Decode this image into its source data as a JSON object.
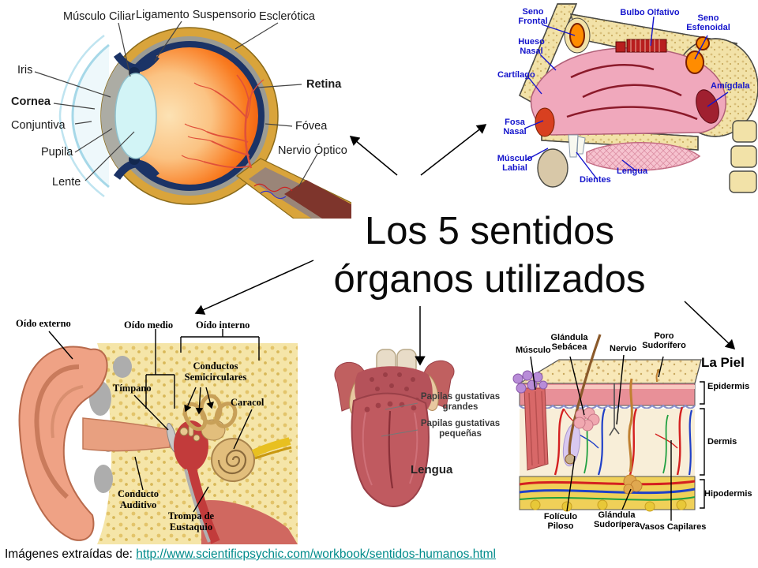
{
  "title": {
    "line1": "Los 5 sentidos",
    "line2": "órganos utilizados"
  },
  "attribution": {
    "prefix": "Imágenes extraídas de: ",
    "link": "http://www.scientificpsychic.com/workbook/sentidos-humanos.html"
  },
  "colors": {
    "label_blue": "#1414CC",
    "link_teal": "#008B8B",
    "title_black": "#0A0A0A",
    "eye_sclera_tan": "#D9A43B",
    "eye_navy": "#1B3366",
    "bone_cream": "#F2E2A8",
    "cavity_pink": "#F0A8BC",
    "sinus_orange": "#FF8C00"
  },
  "eye": {
    "labels": {
      "musculo_ciliar": "Músculo Ciliar",
      "ligamento_suspensorio": "Ligamento Suspensorio",
      "esclerotica": "Esclerótica",
      "iris": "Iris",
      "cornea": "Cornea",
      "conjuntiva": "Conjuntiva",
      "pupila": "Pupila",
      "lente": "Lente",
      "retina": "Retina",
      "fovea": "Fóvea",
      "nervio_optico": "Nervio Óptico"
    }
  },
  "nose": {
    "labels": {
      "seno_frontal": "Seno\nFrontal",
      "bulbo_olfativo": "Bulbo Olfativo",
      "seno_esfenoidal": "Seno\nEsfenoidal",
      "hueso_nasal": "Hueso\nNasal",
      "cartilago": "Cartílago",
      "amigdala": "Amígdala",
      "fosa_nasal": "Fosa\nNasal",
      "musculo_labial": "Músculo\nLabial",
      "dientes": "Dientes",
      "lengua": "Lengua"
    }
  },
  "ear": {
    "labels": {
      "oido_externo": "Oído externo",
      "oido_medio": "Oído medio",
      "oido_interno": "Oído interno",
      "conductos_semicirculares": "Conductos\nSemicirculares",
      "timpano": "Tímpano",
      "caracol": "Caracol",
      "conducto_auditivo": "Conducto\nAuditivo",
      "trompa_eustaquio": "Trompa de\nEustaquio"
    }
  },
  "tongue": {
    "labels": {
      "papilas_grandes": "Papilas gustativas\ngrandes",
      "papilas_pequenas": "Papilas gustativas\npequeñas",
      "lengua": "Lengua"
    }
  },
  "skin": {
    "labels": {
      "musculo": "Músculo",
      "glandula_sebacea": "Glándula\nSebácea",
      "nervio": "Nervio",
      "poro_sudorifero": "Poro\nSudorífero",
      "la_piel": "La Piel",
      "epidermis": "Epidermis",
      "dermis": "Dermis",
      "hipodermis": "Hipodermis",
      "foliculo_piloso": "Folículo\nPiloso",
      "glandula_sudoripera": "Glándula\nSudorípera",
      "vasos_capilares": "Vasos Capilares"
    }
  }
}
